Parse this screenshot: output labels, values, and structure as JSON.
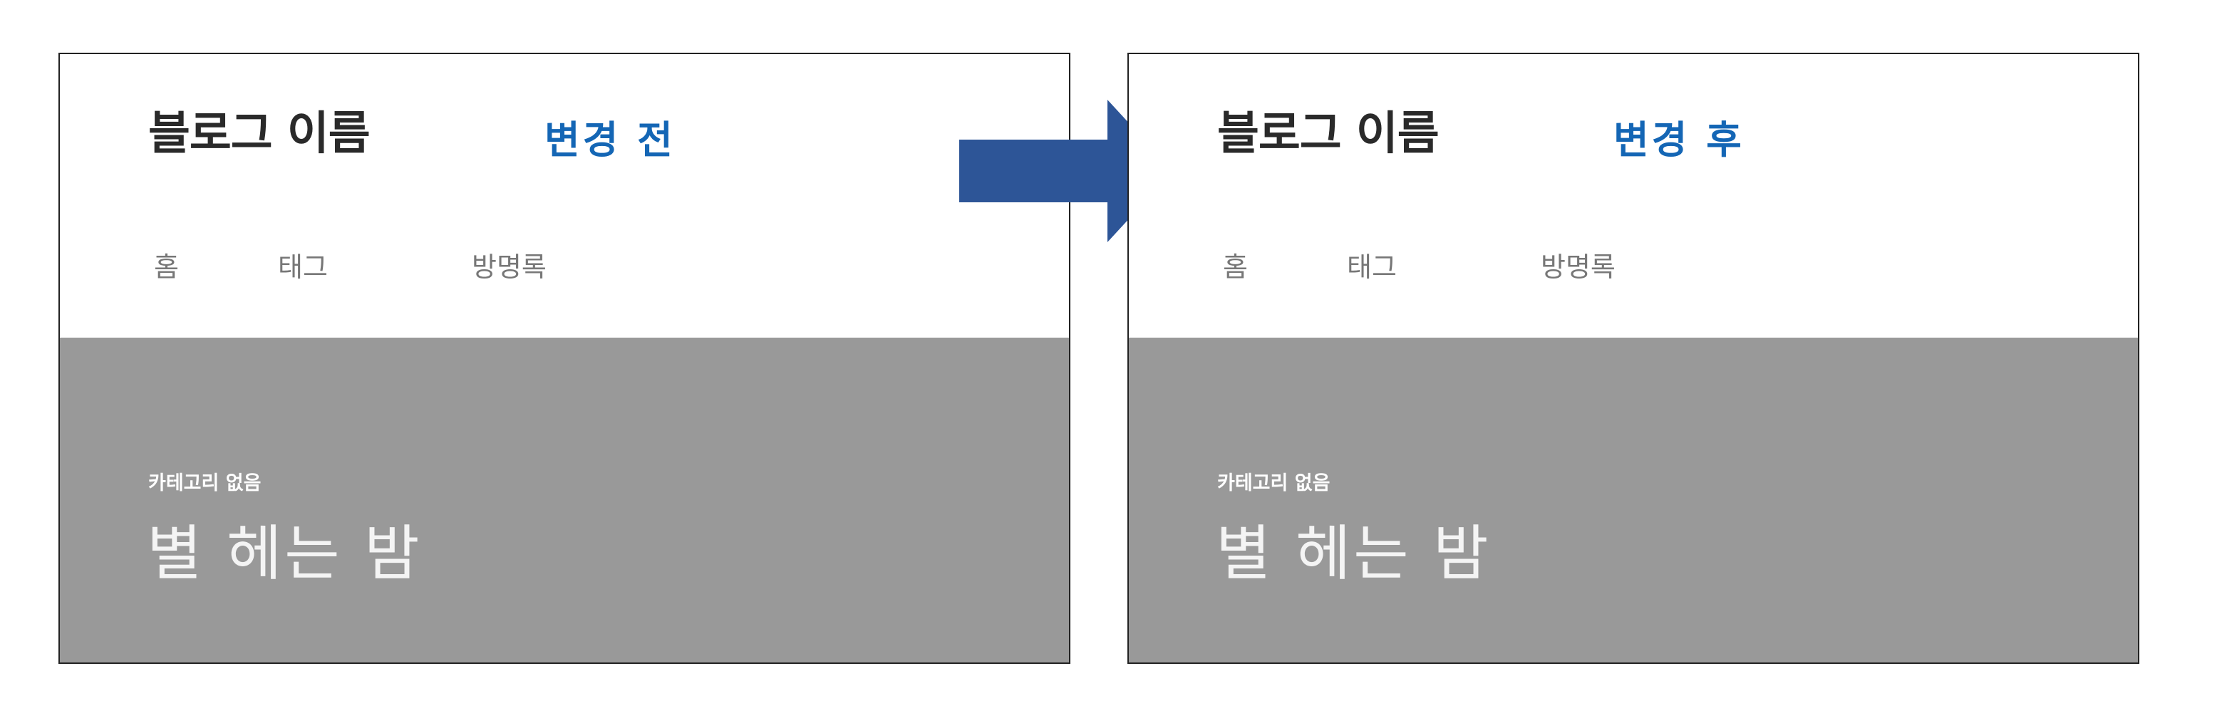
{
  "before": {
    "blog_title": "블로그 이름",
    "state_label": "변경 전",
    "nav": [
      "홈",
      "태그",
      "방명록"
    ],
    "hero": {
      "category": "카테고리 없음",
      "title": "별 헤는 밤"
    }
  },
  "after": {
    "blog_title": "블로그 이름",
    "state_label": "변경 후",
    "nav": [
      "홈",
      "태그",
      "방명록"
    ],
    "hero": {
      "category": "카테고리 없음",
      "title": "별 헤는 밤"
    }
  },
  "colors": {
    "state_label": "#1466b5",
    "arrow": "#2d5597",
    "hero_background": "#999999"
  },
  "icons": {
    "transition": "arrow-right-icon"
  }
}
